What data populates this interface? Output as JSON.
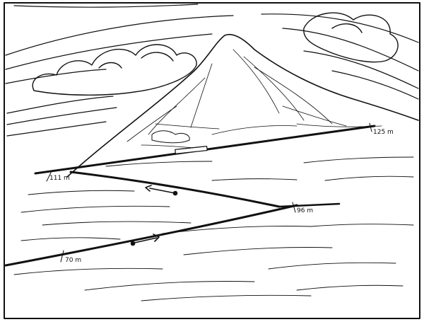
{
  "labels": {
    "summit_height": "125 m",
    "junction_left_height": "111 m",
    "junction_right_height": "96 m",
    "lower_left_height": "70 m"
  },
  "colors": {
    "ink": "#111111",
    "paper": "#ffffff"
  }
}
